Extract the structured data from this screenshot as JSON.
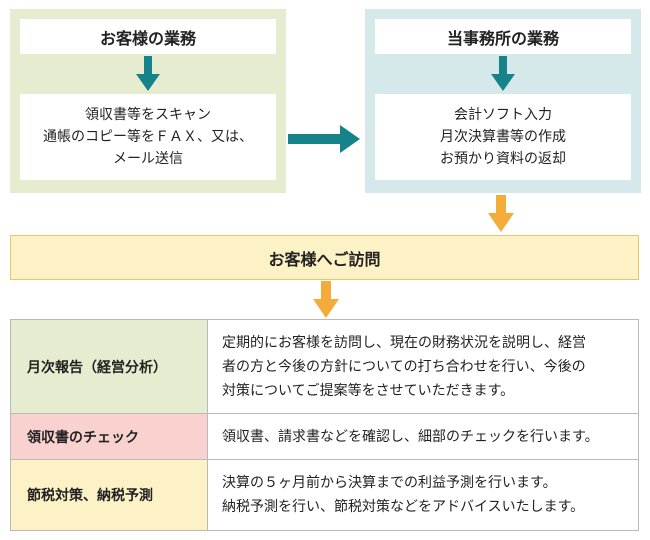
{
  "client_panel": {
    "title": "お客様の業務",
    "lines": [
      "領収書等をスキャン",
      "通帳のコピー等をＦＡＸ、又は、",
      "メール送信"
    ]
  },
  "office_panel": {
    "title": "当事務所の業務",
    "lines": [
      "会計ソフト入力",
      "月次決算書等の作成",
      "お預かり資料の返却"
    ]
  },
  "visit_banner": "お客様へご訪問",
  "services": [
    {
      "label": "月次報告（経営分析）",
      "lines": [
        "定期的にお客様を訪問し、現在の財務状況を説明し、経営",
        "者の方と今後の方針についての打ち合わせを行い、今後の",
        "対策についてご提案等をさせていただきます。"
      ]
    },
    {
      "label": "領収書のチェック",
      "lines": [
        "領収書、請求書などを確認し、細部のチェックを行います。"
      ]
    },
    {
      "label": "節税対策、納税予測",
      "lines": [
        "決算の５ヶ月前から決算までの利益予測を行います。",
        "納税予測を行い、節税対策などをアドバイスいたします。"
      ]
    }
  ],
  "colors": {
    "client_panel_bg": "#e6eccf",
    "office_panel_bg": "#d6e9ea",
    "teal_arrow": "#16838a",
    "orange_arrow": "#f4ab3a",
    "banner_bg": "#fdf2c6",
    "row_green": "#e6eccf",
    "row_pink": "#f9d2d0",
    "row_yellow": "#fdf2c6"
  }
}
